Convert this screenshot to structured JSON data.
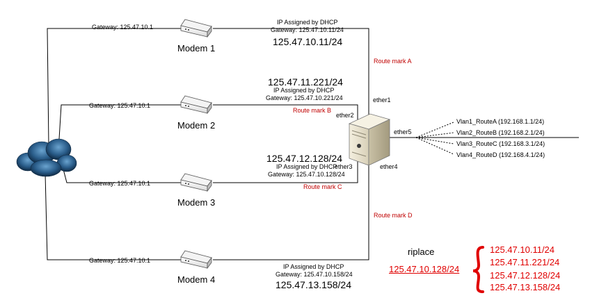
{
  "links": [
    {
      "modem_label": "Modem 1",
      "gateway_left": "Gateway: 125.47.10.1",
      "dhcp_note": "IP Assigned by DHCP",
      "gateway_right": "Gateway: 125.47.10.11/24",
      "ip": "125.47.10.11/24"
    },
    {
      "modem_label": "Modem 2",
      "gateway_left": "Gateway: 125.47.10.1",
      "dhcp_note": "IP Assigned by DHCP",
      "gateway_right": "Gateway: 125.47.10.221/24",
      "ip": "125.47.11.221/24",
      "route_mark": "Route mark B"
    },
    {
      "modem_label": "Modem 3",
      "gateway_left": "Gateway: 125.47.10.1",
      "dhcp_note": "IP Assigned by DHCP",
      "gateway_right": "Gateway: 125.47.10.128/24",
      "ip": "125.47.12.128/24",
      "route_mark": "Route mark C"
    },
    {
      "modem_label": "Modem 4",
      "gateway_left": "Gateway: 125.47.10.1",
      "dhcp_note": "IP Assigned by DHCP",
      "gateway_right": "Gateway: 125.47.10.158/24",
      "ip": "125.47.13.158/24"
    }
  ],
  "route_marks_outer": {
    "a": "Route mark A",
    "d": "Route mark D"
  },
  "router_ports": {
    "ether1": "ether1",
    "ether2": "ether2",
    "ether3": "ether3",
    "ether4": "ether4",
    "ether5": "ether5"
  },
  "vlans": [
    "Vlan1_RouteA (192.168.1.1/24)",
    "Vlan2_RouteB (192.168.2.1/24)",
    "Vlan3_RouteC (192.168.3.1/24)",
    "Vlan4_RouteD (192.168.4.1/24)"
  ],
  "replace": {
    "label": "riplace",
    "from": "125.47.10.128/24",
    "to": [
      "125.47.10.11/24",
      "125.47.11.221/24",
      "125.47.12.128/24",
      "125.47.13.158/24"
    ]
  },
  "colors": {
    "wire": "#000000",
    "annotation_red": "#e00000",
    "route_mark": "#c00000",
    "cloud": "#2a5d8a",
    "modem_body": "#ffffff",
    "router_body": "#efe9d6"
  }
}
